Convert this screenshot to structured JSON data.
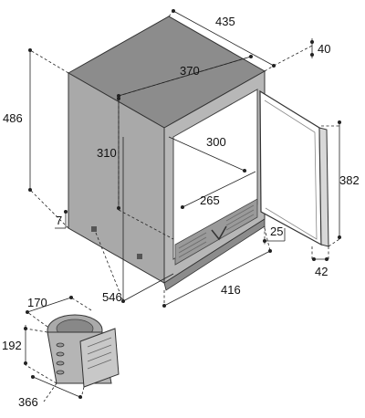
{
  "dimensions": {
    "width": "435",
    "hinge_depth": "40",
    "inner_depth": "370",
    "height": "486",
    "inner_height": "310",
    "inner_width": "300",
    "door_height": "382",
    "shelf_depth": "265",
    "plinth": "7",
    "door_offset": "25",
    "door_thickness": "42",
    "depth": "546",
    "front_width": "416",
    "unit_width": "170",
    "unit_height": "192",
    "unit_depth": "366"
  },
  "colors": {
    "cabinet_top": "#8c8c8c",
    "cabinet_side": "#a9a9a9",
    "frame": "#b7b7b7",
    "interior": "#ffffff",
    "grille": "#9a9a9a"
  }
}
